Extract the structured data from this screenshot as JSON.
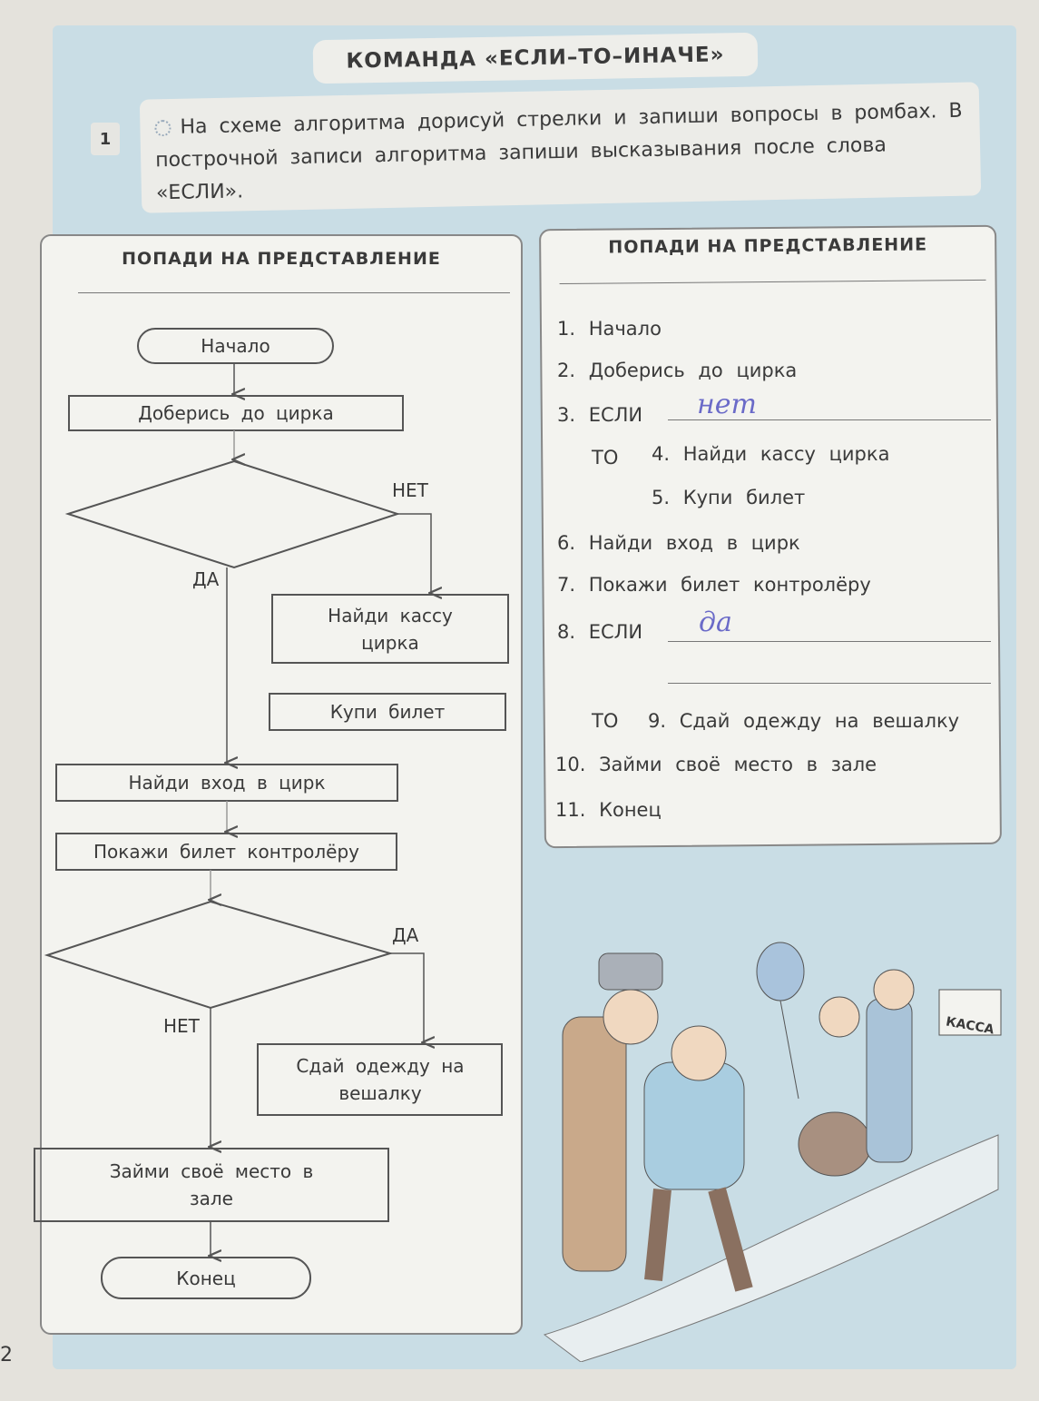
{
  "header": {
    "title": "КОМАНДА «ЕСЛИ–ТО–ИНАЧЕ»"
  },
  "task": {
    "number": "1",
    "text": "На схеме алгоритма дорисуй стрелки и запиши вопросы в ромбах. В построчной записи алгоритма запиши высказывания после слова «ЕСЛИ»."
  },
  "flowchart": {
    "heading": "ПОПАДИ НА ПРЕДСТАВЛЕНИЕ",
    "start": "Начало",
    "step1": "Доберись до цирка",
    "no1": "НЕТ",
    "yes1": "ДА",
    "step2": "Найди кассу цирка",
    "step3": "Купи билет",
    "step4": "Найди вход в цирк",
    "step5": "Покажи билет контролёру",
    "yes2": "ДА",
    "no2": "НЕТ",
    "step6": "Сдай одежду на вешалку",
    "step7": "Займи своё место в зале",
    "end": "Конец"
  },
  "algorithm": {
    "heading": "ПОПАДИ НА ПРЕДСТАВЛЕНИЕ",
    "lines": [
      "1. Начало",
      "2. Доберись до цирка",
      "3. ЕСЛИ",
      "ТО",
      "4. Найди кассу цирка",
      "5. Купи билет",
      "6. Найди вход в цирк",
      "7. Покажи билет контролёру",
      "8. ЕСЛИ",
      "ТО",
      "9. Сдай одежду на вешалку",
      "10. Займи своё место в зале",
      "11. Конец"
    ],
    "answer1": "нет",
    "answer2": "да"
  },
  "illustration": {
    "sign": "КАССА"
  },
  "page_number": "2"
}
